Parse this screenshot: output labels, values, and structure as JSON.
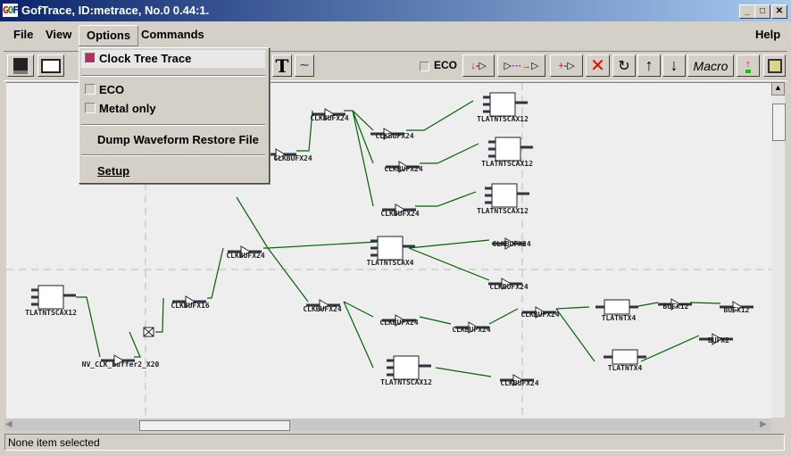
{
  "window": {
    "title": "GofTrace, ID:metrace, No.0 0.44:1.",
    "logo": "GOF",
    "minimize": "_",
    "maximize": "□",
    "close": "✕"
  },
  "menubar": {
    "items": [
      "File",
      "View",
      "Options",
      "Commands"
    ],
    "help": "Help"
  },
  "options_menu": {
    "items": [
      {
        "label": "Clock Tree Trace",
        "checked": true
      },
      {
        "label": "ECO",
        "checked": false
      },
      {
        "label": "Metal only",
        "checked": false
      },
      {
        "label": "Dump Waveform Restore File"
      },
      {
        "label": "Setup"
      }
    ]
  },
  "toolbar": {
    "eco_label": "ECO",
    "eco_checked": false,
    "macro_label": "Macro",
    "text_tool": "T",
    "icons": [
      "save-icon",
      "open-folder-icon",
      "print-icon",
      "text-icon",
      "line-tool-icon",
      "trace-down-icon",
      "trace-path-icon",
      "trace-add-icon",
      "delete-icon",
      "refresh-icon",
      "arrow-up-icon",
      "arrow-down-icon",
      "macro-icon",
      "export-icon",
      "save-layout-icon"
    ]
  },
  "schematic": {
    "cells": [
      "TLATNTSCAX12",
      "NV_CLK_buffer2_X20",
      "CLKBUFX16",
      "CLKBUFX24",
      "CLKBUFX24",
      "CLKBUFX24",
      "CLKBUFX24",
      "CLKBUFX24",
      "CLKBUFX24",
      "TLATNTSCAX12",
      "TLATNTSCAX12",
      "TLATNTSCAX12",
      "TLATNTSCAX4",
      "CLKBUFX24",
      "CLKBUFX24",
      "CLKBUFX24",
      "CLKBUFX24",
      "CLKBUFX24",
      "CLKBUFX24",
      "TLATNTSCAX12",
      "CLKBUFX24",
      "TLATNTX4",
      "TLATNTX4",
      "BUFX12",
      "BUFX12",
      "BUFX2"
    ],
    "wire_color": "#006400"
  },
  "status": {
    "text": "None item selected"
  },
  "colors": {
    "accent_check": "#b03060",
    "title_start": "#0a246a",
    "title_end": "#a6caf0"
  }
}
